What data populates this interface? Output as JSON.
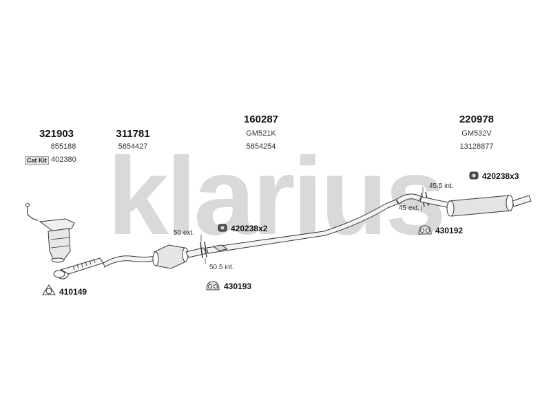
{
  "watermark": "klarius",
  "groups": [
    {
      "part": "321903",
      "refs": [
        "855188",
        "402380"
      ],
      "tag": "Cat Kit"
    },
    {
      "part": "311781",
      "refs": [
        "5854427"
      ]
    },
    {
      "part": "160287",
      "refs": [
        "GM521K",
        "5854254"
      ]
    },
    {
      "part": "220978",
      "refs": [
        "GM532V",
        "13128877"
      ]
    }
  ],
  "accessories": {
    "clamp_middle": "420238x2",
    "clamp_rear": "420238x3",
    "hanger_front": "410149",
    "hanger_middle": "430193",
    "hanger_rear": "430192"
  },
  "annotations": {
    "ext50": "50 ext.",
    "int505": "50.5 int.",
    "int455": "45.5 int.",
    "ext45": "45 ext."
  },
  "icons": [
    "clamp-icon",
    "hanger-icon",
    "ring-hanger-icon",
    "cat-kit-tag"
  ]
}
